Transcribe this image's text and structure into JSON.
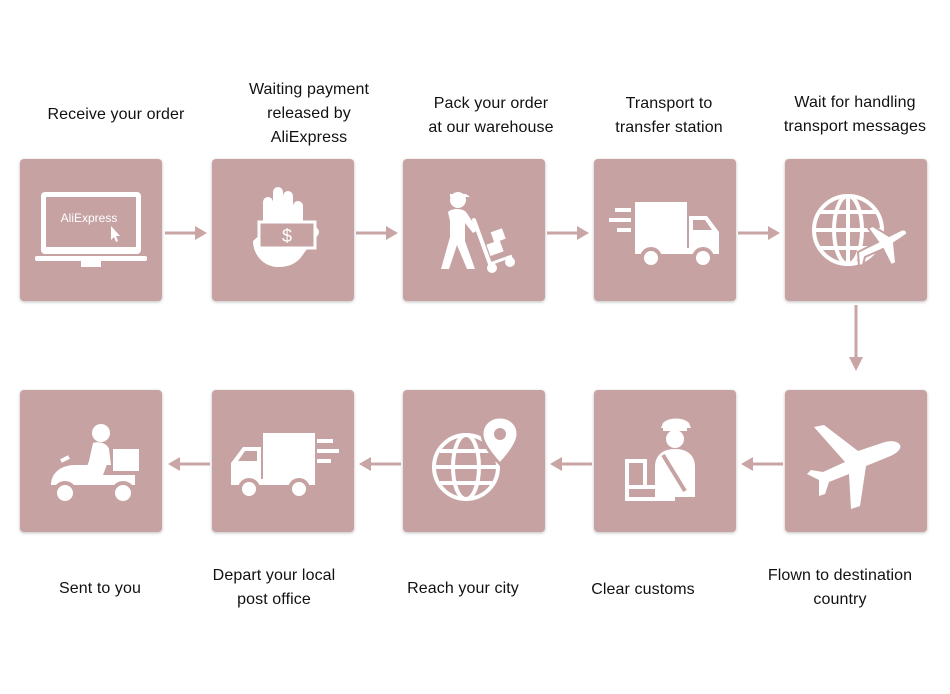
{
  "theme": {
    "tile_color": "#c7a2a2",
    "icon_color": "#ffffff",
    "arrow_color": "#c9a5a5",
    "text_color": "#111111"
  },
  "steps": [
    {
      "label": "Receive your order",
      "icon": "laptop-icon",
      "screen_text": "AliExpress"
    },
    {
      "label": "Waiting payment\nreleased by\nAliExpress",
      "icon": "hand-money-icon",
      "symbol": "$"
    },
    {
      "label": "Pack your order\nat our warehouse",
      "icon": "delivery-worker-icon"
    },
    {
      "label": "Transport to\ntransfer station",
      "icon": "truck-icon"
    },
    {
      "label": "Wait for handling\ntransport messages",
      "icon": "globe-plane-icon"
    },
    {
      "label": "Flown to destination\ncountry",
      "icon": "airplane-icon"
    },
    {
      "label": "Clear customs",
      "icon": "customs-officer-icon"
    },
    {
      "label": "Reach your city",
      "icon": "globe-pin-icon"
    },
    {
      "label": "Depart your local\npost office",
      "icon": "truck-fast-icon"
    },
    {
      "label": "Sent to you",
      "icon": "scooter-courier-icon"
    }
  ]
}
